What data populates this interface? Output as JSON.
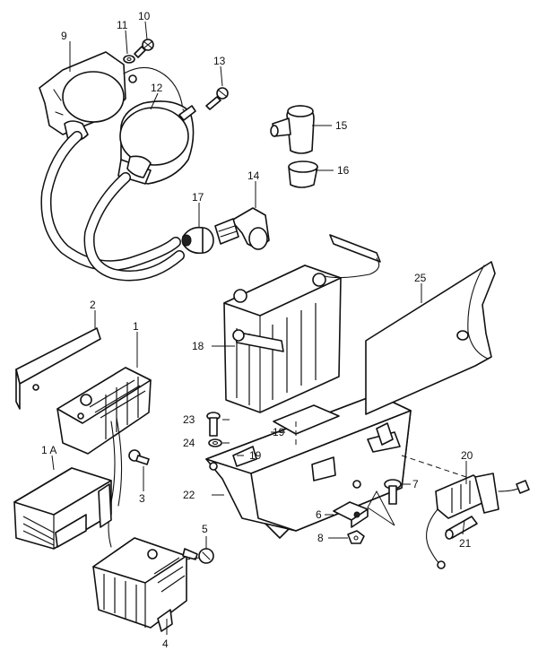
{
  "labels": {
    "p1": "1",
    "p1a": "1 A",
    "p2": "2",
    "p3": "3",
    "p4": "4",
    "p5": "5",
    "p6": "6",
    "p7": "7",
    "p8": "8",
    "p9": "9",
    "p10": "10",
    "p11": "11",
    "p12": "12",
    "p13": "13",
    "p14": "14",
    "p15": "15",
    "p16": "16",
    "p17": "17",
    "p18": "18",
    "p19a": "19",
    "p19b": "19",
    "p20": "20",
    "p21": "21",
    "p22": "22",
    "p23": "23",
    "p24": "24",
    "p25": "25"
  }
}
